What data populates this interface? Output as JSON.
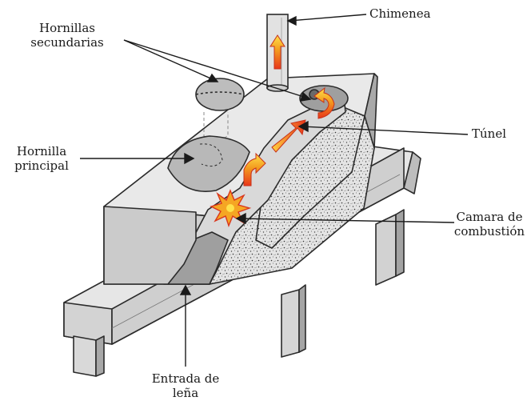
{
  "labels": {
    "chimenea": "Chimenea",
    "hornillas_secundarias": [
      "Hornillas",
      "secundarias"
    ],
    "hornilla_principal": [
      "Hornilla",
      "principal"
    ],
    "tunel": "Túnel",
    "camara": [
      "Camara de",
      "combustión"
    ],
    "entrada": [
      "Entrada de",
      "leña"
    ]
  },
  "colors": {
    "outline": "#2b2b2b",
    "stone_light": "#e9e9e9",
    "stone_mid": "#cfcfcf",
    "stone_dark": "#9e9e9e",
    "flame_red": "#e8361a",
    "flame_orange": "#f39a1e",
    "flame_yellow": "#ffe14a"
  }
}
